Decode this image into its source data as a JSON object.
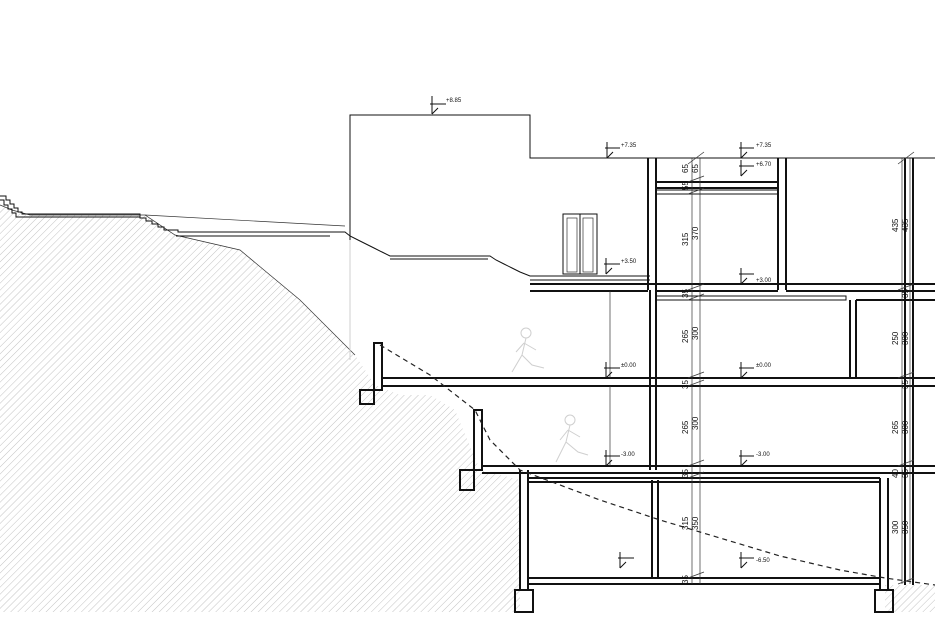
{
  "levels": {
    "top": "+8.85",
    "roof_a": "+7.35",
    "roof_b": "+7.35",
    "parapet": "+6.70",
    "terrace": "+3.50",
    "upper": "+3.00",
    "ground_a": "±0.00",
    "ground_b": "±0.00",
    "lower_a": "-3.00",
    "lower_b": "-3.00",
    "basement": "-6.50"
  },
  "dims": {
    "a": [
      "65",
      "55",
      "315",
      "35",
      "265",
      "35",
      "265",
      "35",
      "315",
      "35"
    ],
    "b": [
      "65",
      "370",
      "300",
      "300",
      "350"
    ],
    "c": [
      "435",
      "435",
      "35",
      "250",
      "300",
      "35",
      "265",
      "300",
      "35",
      "40",
      "300",
      "350"
    ]
  }
}
